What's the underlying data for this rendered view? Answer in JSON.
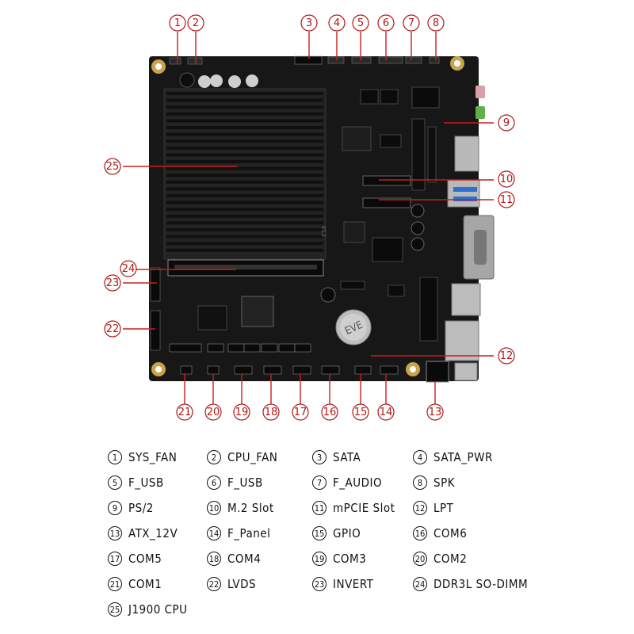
{
  "callouts": [
    {
      "num": "1"
    },
    {
      "num": "2"
    },
    {
      "num": "3"
    },
    {
      "num": "4"
    },
    {
      "num": "5"
    },
    {
      "num": "6"
    },
    {
      "num": "7"
    },
    {
      "num": "8"
    },
    {
      "num": "9"
    },
    {
      "num": "10"
    },
    {
      "num": "11"
    },
    {
      "num": "12"
    },
    {
      "num": "13"
    },
    {
      "num": "14"
    },
    {
      "num": "15"
    },
    {
      "num": "16"
    },
    {
      "num": "17"
    },
    {
      "num": "18"
    },
    {
      "num": "19"
    },
    {
      "num": "20"
    },
    {
      "num": "21"
    },
    {
      "num": "22"
    },
    {
      "num": "23"
    },
    {
      "num": "24"
    },
    {
      "num": "25"
    }
  ],
  "legend": [
    {
      "num": "1",
      "label": "SYS_FAN"
    },
    {
      "num": "2",
      "label": "CPU_FAN"
    },
    {
      "num": "3",
      "label": "SATA"
    },
    {
      "num": "4",
      "label": "SATA_PWR"
    },
    {
      "num": "5",
      "label": "F_USB"
    },
    {
      "num": "6",
      "label": "F_USB"
    },
    {
      "num": "7",
      "label": "F_AUDIO"
    },
    {
      "num": "8",
      "label": "SPK"
    },
    {
      "num": "9",
      "label": "PS/2"
    },
    {
      "num": "10",
      "label": "M.2 Slot"
    },
    {
      "num": "11",
      "label": "mPCIE Slot"
    },
    {
      "num": "12",
      "label": "LPT"
    },
    {
      "num": "13",
      "label": "ATX_12V"
    },
    {
      "num": "14",
      "label": "F_Panel"
    },
    {
      "num": "15",
      "label": "GPIO"
    },
    {
      "num": "16",
      "label": "COM6"
    },
    {
      "num": "17",
      "label": "COM5"
    },
    {
      "num": "18",
      "label": "COM4"
    },
    {
      "num": "19",
      "label": "COM3"
    },
    {
      "num": "20",
      "label": "COM2"
    },
    {
      "num": "21",
      "label": "COM1"
    },
    {
      "num": "22",
      "label": "LVDS"
    },
    {
      "num": "23",
      "label": "INVERT"
    },
    {
      "num": "24",
      "label": "DDR3L SO-DIMM"
    },
    {
      "num": "25",
      "label": "J1900 CPU"
    }
  ],
  "board": {
    "chip_text": "EVE",
    "heatsink_text": "V1.1"
  },
  "colors": {
    "callout_red": "#c81e1e",
    "board": "#161616",
    "heatsink": "#202020",
    "port_silver": "#b9b9b9",
    "audio_green": "#5fb04a",
    "audio_pink": "#d8a0a8",
    "usb_blue": "#2f6fd0"
  }
}
